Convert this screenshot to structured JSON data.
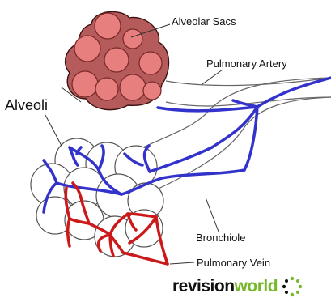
{
  "labels": {
    "alveolar_sacs": "Alveolar Sacs",
    "pulmonary_artery": "Pulmonary Artery",
    "alveoli": "Alveoli",
    "bronchiole": "Bronchiole",
    "pulmonary_vein": "Pulmonary Vein"
  },
  "logo": {
    "text_part1": "revision",
    "text_part2": "world"
  },
  "colors": {
    "sac_fill": "#b55b5b",
    "sac_bubble": "#e87f7f",
    "artery_blue": "#3333cc",
    "vein_red": "#cc1a1a",
    "outline": "#555555",
    "logo_green": "#76b82a"
  },
  "icons": {
    "logo_mark": "dotted-circle-logo"
  }
}
